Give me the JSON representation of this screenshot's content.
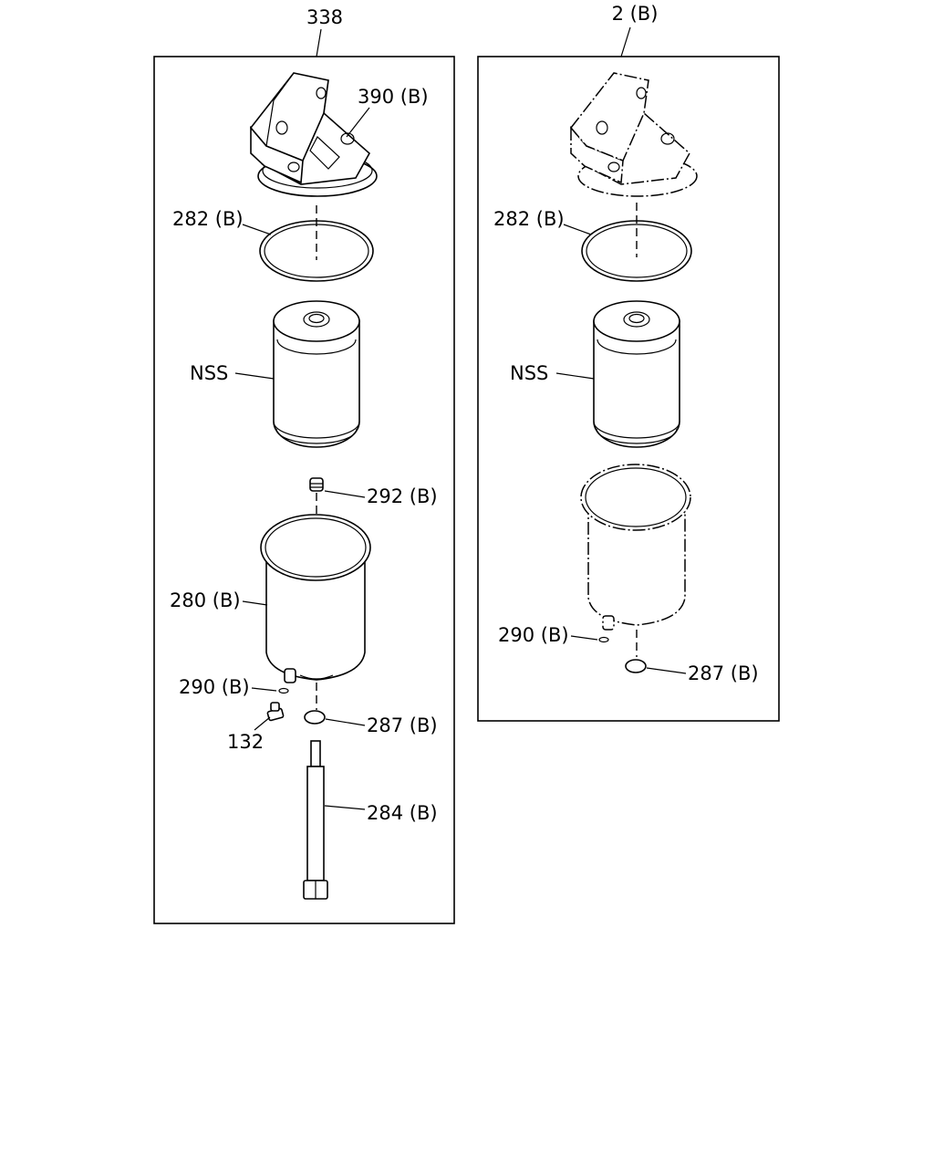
{
  "left_assembly": {
    "title": "338",
    "labels": {
      "head": "390 (B)",
      "oring": "282 (B)",
      "element": "NSS",
      "plug": "292 (B)",
      "bowl": "280 (B)",
      "small_oring": "290 (B)",
      "drain": "132",
      "seal": "287 (B)",
      "bolt": "284 (B)"
    }
  },
  "right_assembly": {
    "title": "2 (B)",
    "labels": {
      "oring": "282 (B)",
      "element": "NSS",
      "small_oring": "290 (B)",
      "seal": "287 (B)"
    }
  }
}
